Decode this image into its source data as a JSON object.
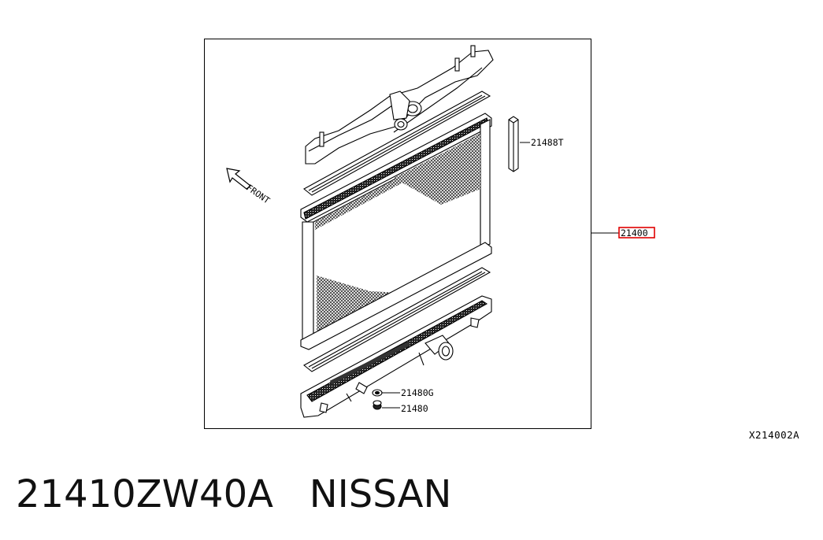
{
  "diagram": {
    "front_label": "FRONT",
    "callouts": {
      "drain_plug_seal": "21480G",
      "drain_plug": "21480",
      "mounting_insulator": "21488T",
      "radiator_assembly": "21400"
    },
    "highlight_color": "#e00000",
    "reference_code": "X214002A"
  },
  "part": {
    "number": "21410ZW40A",
    "brand": "NISSAN"
  }
}
